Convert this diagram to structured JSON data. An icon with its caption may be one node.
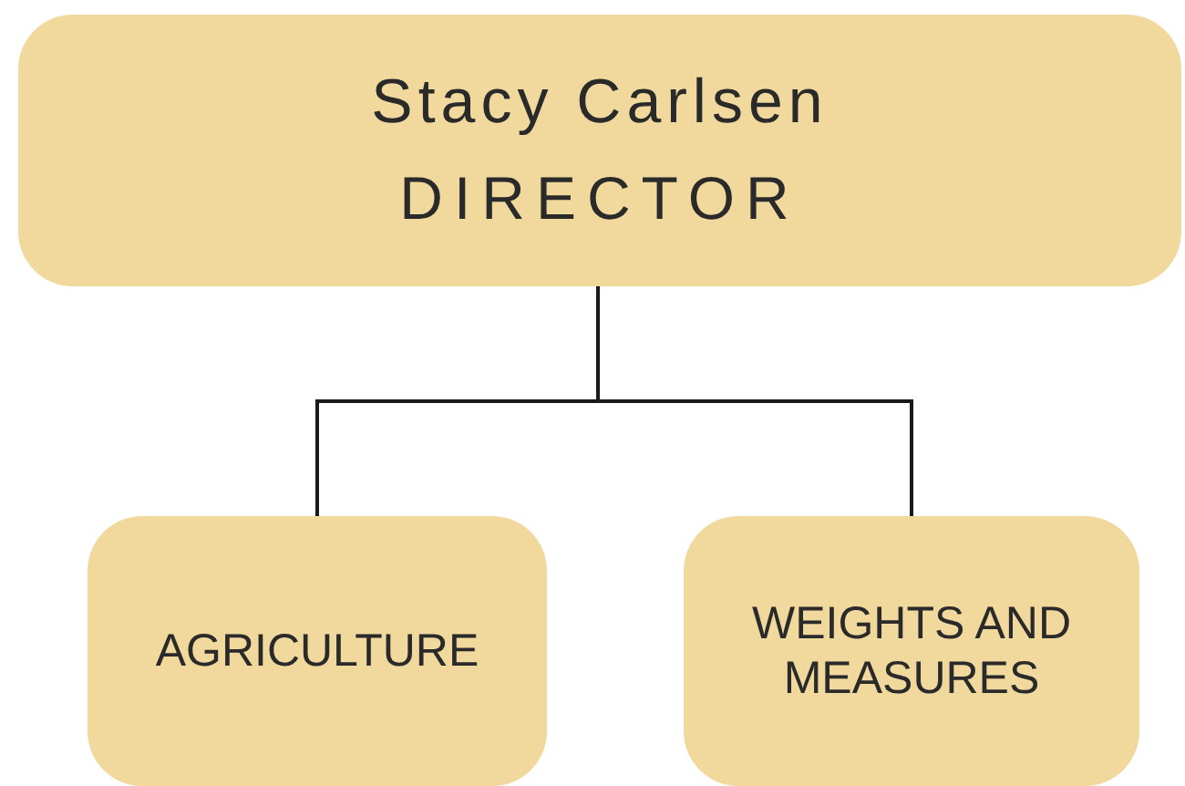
{
  "diagram": {
    "nodes": [
      {
        "text": [
          "Stacy Carlsen",
          "DIRECTOR"
        ]
      },
      {
        "text": [
          "AGRICULTURE"
        ]
      },
      {
        "text": [
          "WEIGHTS AND MEASURES"
        ]
      }
    ],
    "edges": [
      {
        "from": 0,
        "to": 1,
        "arrow": "none"
      },
      {
        "from": 0,
        "to": 2,
        "arrow": "none"
      }
    ]
  }
}
